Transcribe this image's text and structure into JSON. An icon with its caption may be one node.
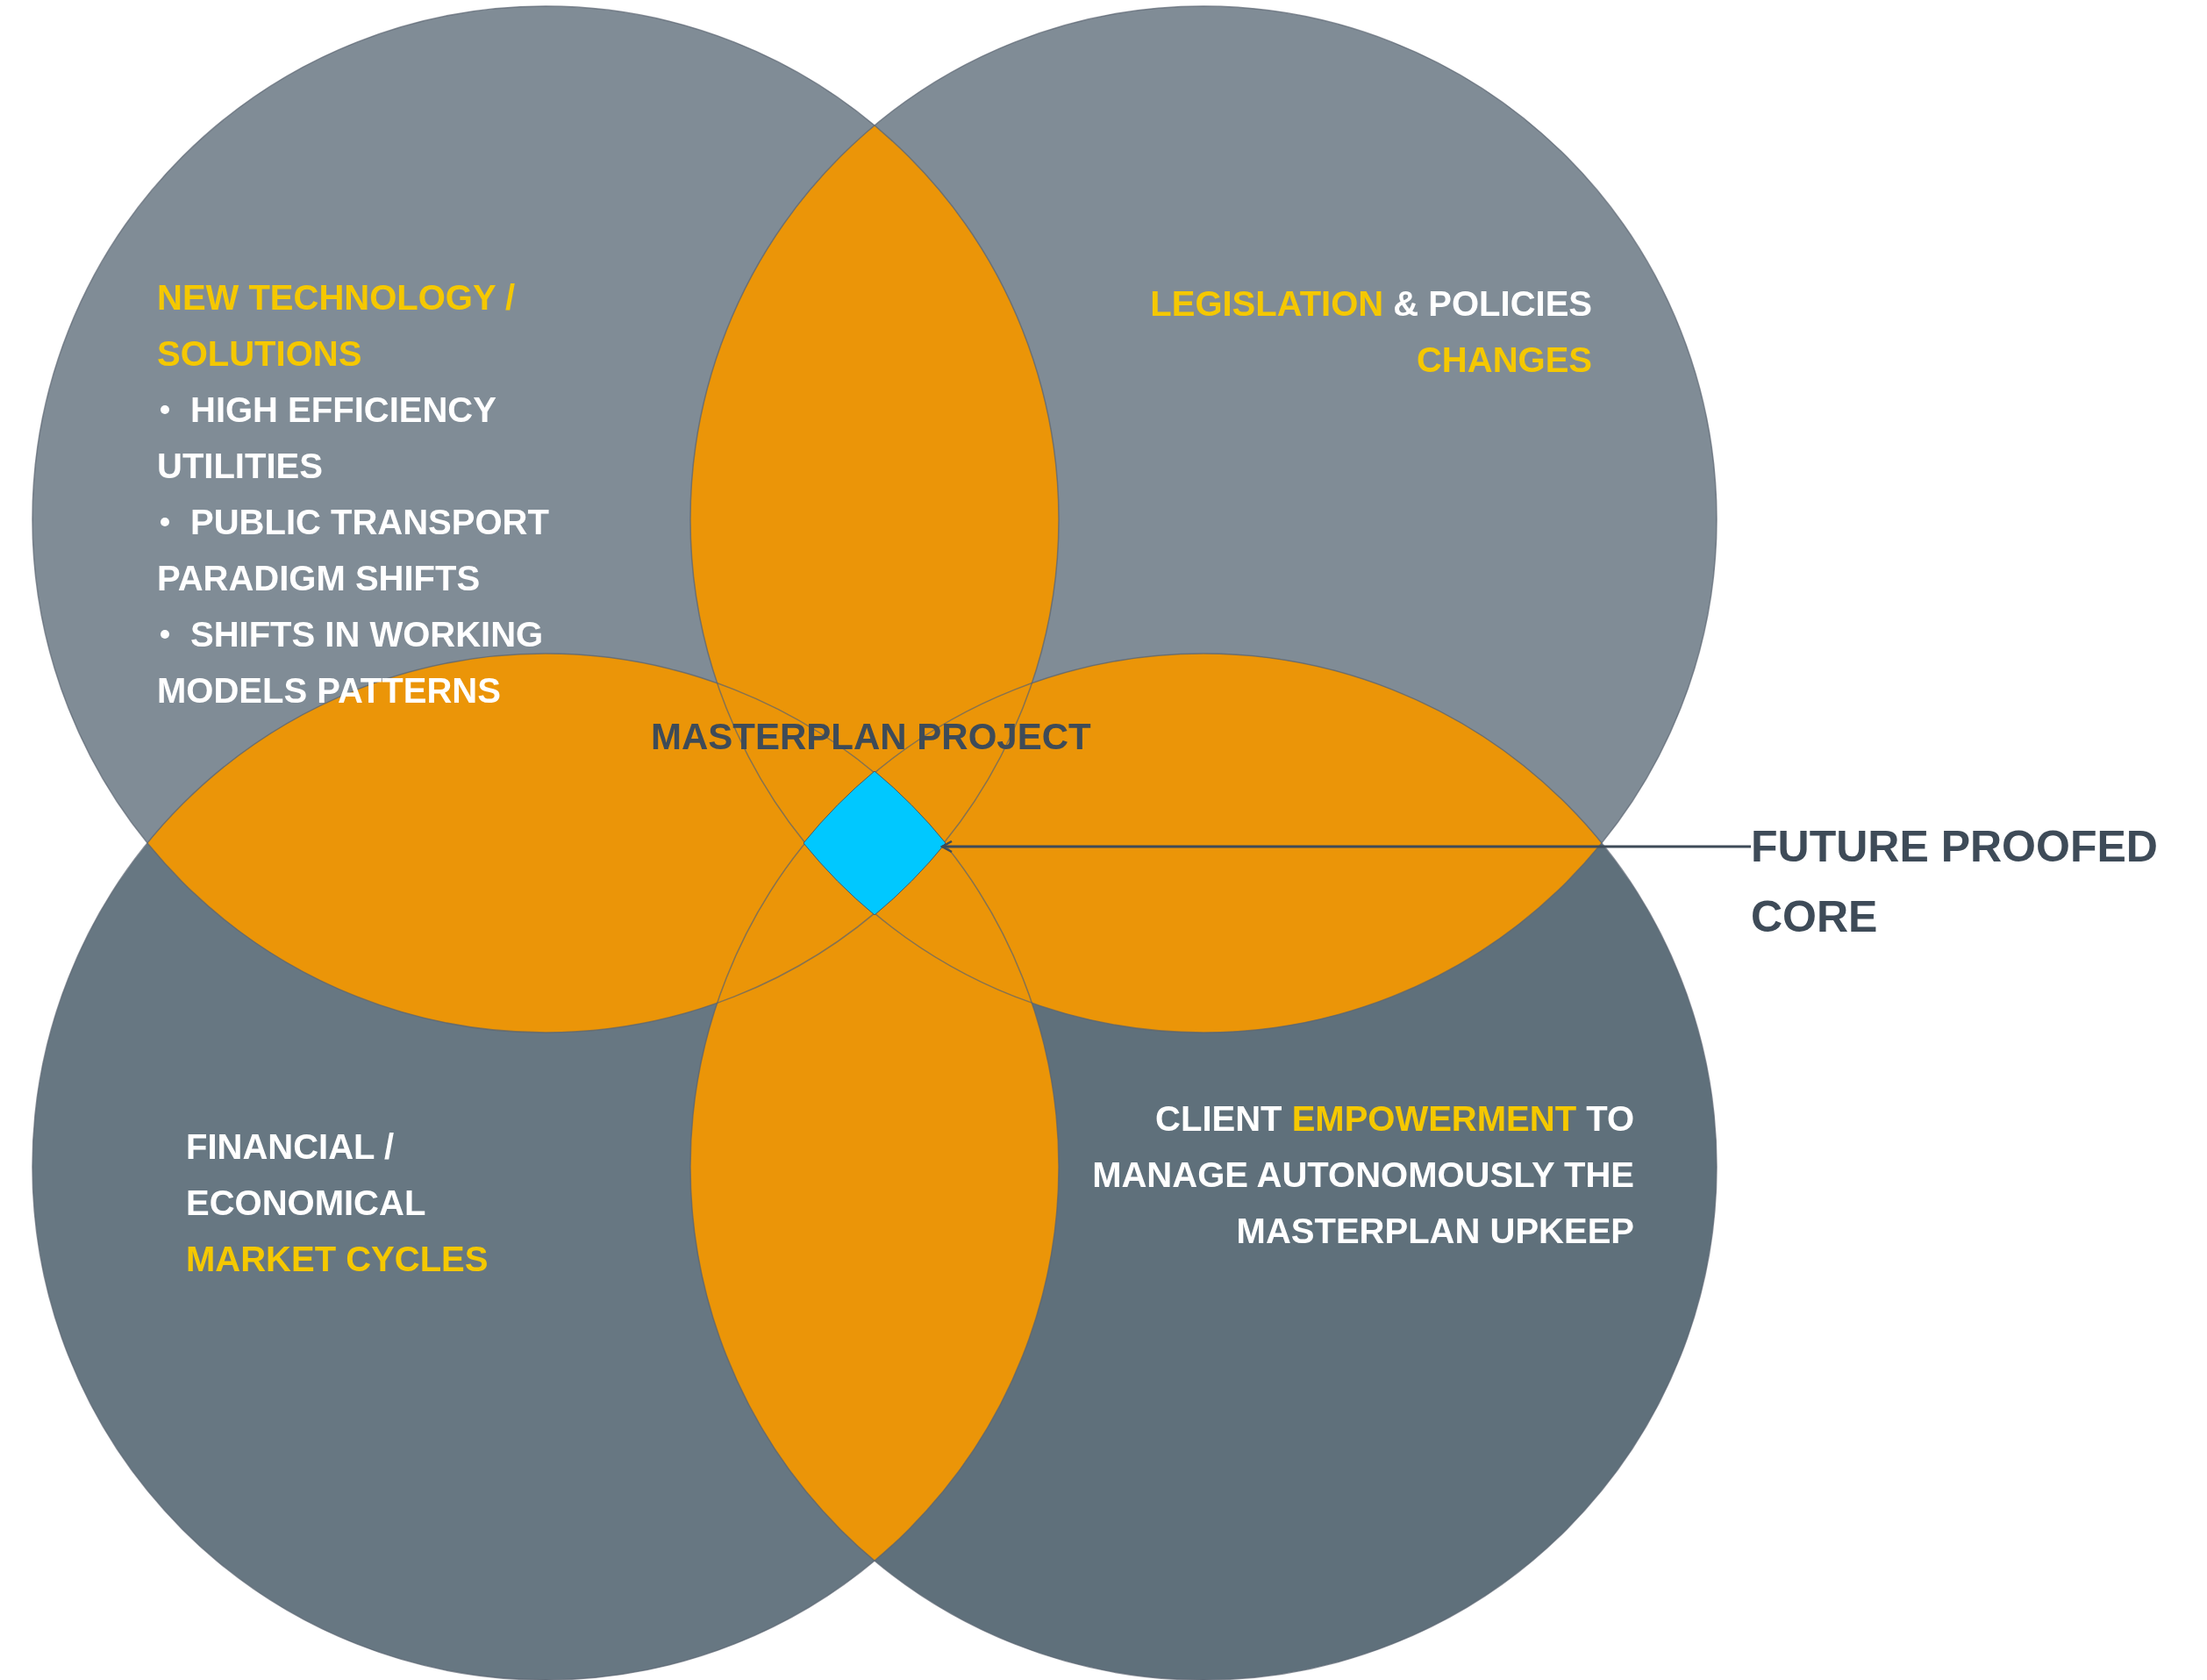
{
  "diagram": {
    "nodes": [
      {
        "text": [
          "**NEW TECHNOLOGY / SOLUTIONS**",
          "HIGH EFFICIENCY UTILITIES",
          "PUBLIC TRANSPORT PARADIGM SHIFTS",
          "SHIFTS IN WORKING MODELS PATTERNS"
        ]
      },
      {
        "text": [
          "**LEGISLATION** & POLICIES **CHANGES**"
        ]
      },
      {
        "text": [],
        "shape": "diamond"
      },
      {
        "text": [
          "FUTURE PROOFED CORE"
        ]
      },
      {
        "text": [
          "FINANCIAL / ECONOMICAL **MARKET CYCLES**"
        ]
      },
      {
        "text": [
          "CLIENT **EMPOWERMENT** TO MANAGE AUTONOMOUSLY THE MASTERPLAN UPKEEP"
        ]
      }
    ],
    "edges": [
      {
        "from": 3,
        "to": 2,
        "arrow": "to"
      }
    ],
    "labels": [
      "MASTERPLAN PROJECT"
    ]
  }
}
